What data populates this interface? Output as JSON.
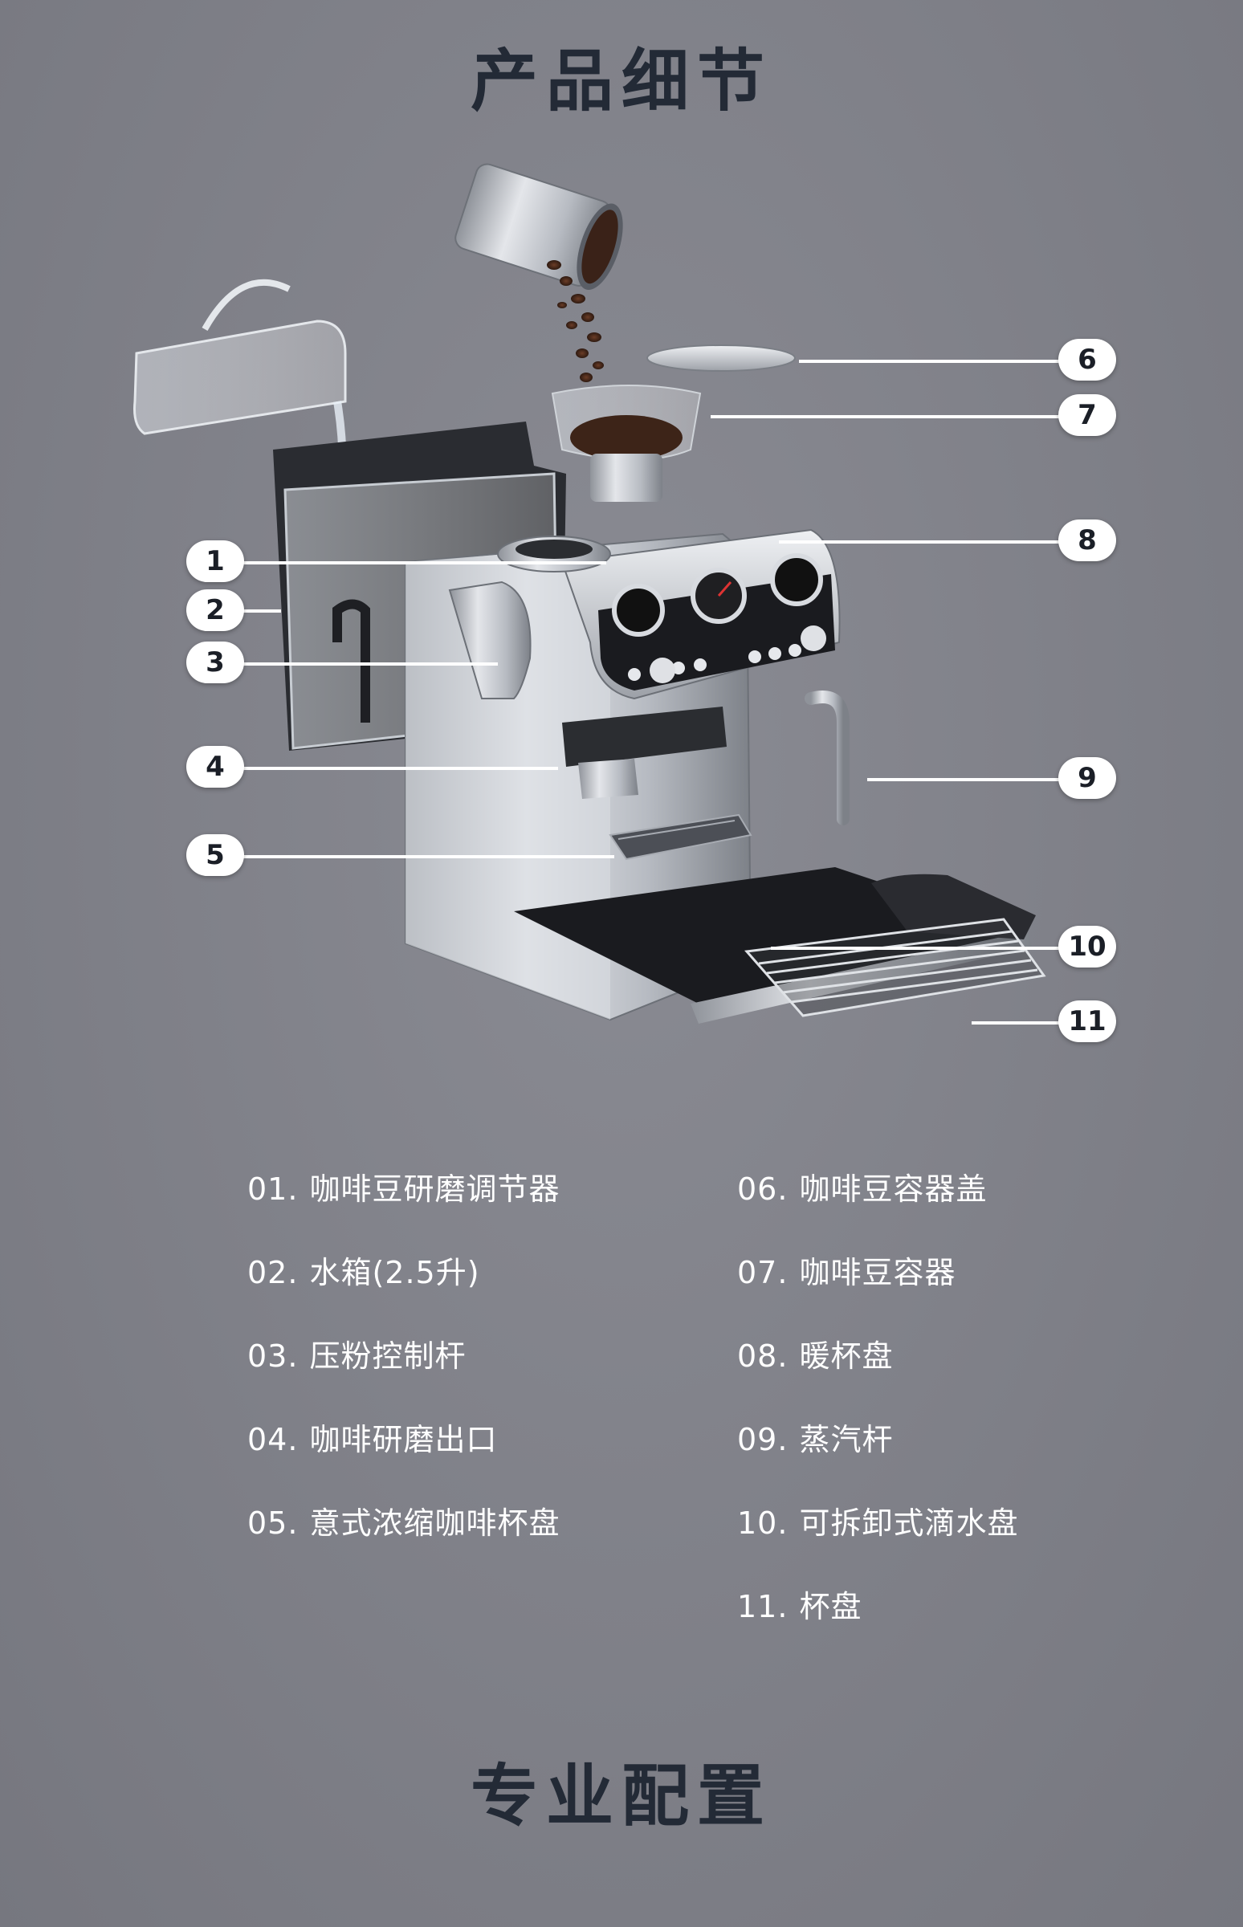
{
  "titles": {
    "top": "产品细节",
    "bottom": "专业配置"
  },
  "callouts": [
    "1",
    "2",
    "3",
    "4",
    "5",
    "6",
    "7",
    "8",
    "9",
    "10",
    "11"
  ],
  "legend": {
    "left": [
      {
        "num": "01.",
        "label": "咖啡豆研磨调节器"
      },
      {
        "num": "02.",
        "label": "水箱(2.5升)"
      },
      {
        "num": "03.",
        "label": "压粉控制杆"
      },
      {
        "num": "04.",
        "label": "咖啡研磨出口"
      },
      {
        "num": "05.",
        "label": "意式浓缩咖啡杯盘"
      }
    ],
    "right": [
      {
        "num": "06.",
        "label": "咖啡豆容器盖"
      },
      {
        "num": "07.",
        "label": "咖啡豆容器"
      },
      {
        "num": "08.",
        "label": "暖杯盘"
      },
      {
        "num": "09.",
        "label": "蒸汽杆"
      },
      {
        "num": "10.",
        "label": "可拆卸式滴水盘"
      },
      {
        "num": "11.",
        "label": "杯盘"
      }
    ]
  },
  "colors": {
    "background": "#7f8088",
    "title": "#232a36",
    "legend_text": "#ffffff",
    "machine_steel": "#c9ccd1",
    "panel_black": "#1a1b1f",
    "coffee_bean": "#4a2a1c"
  }
}
